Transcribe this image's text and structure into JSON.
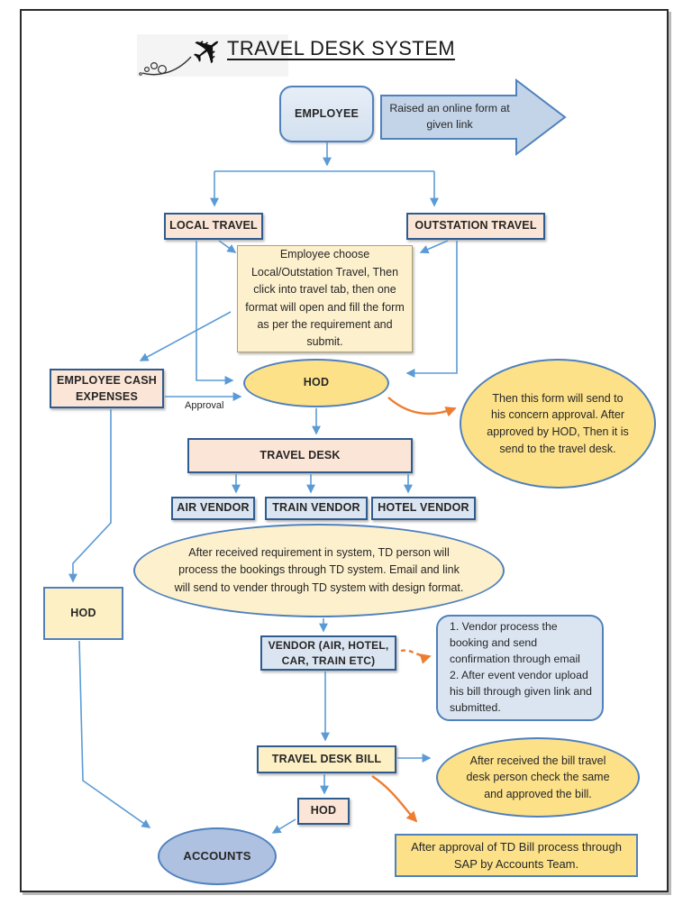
{
  "title": "TRAVEL DESK SYSTEM",
  "logo_icon": "airplane-with-trail-icon",
  "nodes": {
    "employee": "EMPLOYEE",
    "raised_form": "Raised an online form at\ngiven link",
    "local_travel": "LOCAL TRAVEL",
    "outstation_travel": "OUTSTATION TRAVEL",
    "choose_note": "Employee choose Local/Outstation Travel, Then click into travel tab, then one format will open and fill the form as per the requirement and submit.",
    "employee_cash_expenses": "EMPLOYEE CASH EXPENSES",
    "approval": "Approval",
    "hod": "HOD",
    "hod_note": "Then this form will send to his concern approval. After approved by HOD, Then it is send to the travel desk.",
    "travel_desk": "TRAVEL DESK",
    "air_vendor": "AIR VENDOR",
    "train_vendor": "TRAIN VENDOR",
    "hotel_vendor": "HOTEL VENDOR",
    "td_process_note": "After received requirement in system, TD person will process the bookings through TD system. Email and link will send to vender through TD system with design format.",
    "hod_left": "HOD",
    "vendor": "VENDOR (AIR, HOTEL,\nCAR, TRAIN ETC)",
    "vendor_note": "1. Vendor process the booking and send confirmation through email\n2. After event vendor upload his bill through given link and submitted.",
    "travel_desk_bill": "TRAVEL DESK BILL",
    "bill_check_note": "After received the bill travel desk person check the same and approved the bill.",
    "hod_bottom": "HOD",
    "accounts": "ACCOUNTS",
    "sap_note": "After approval of TD Bill process through SAP by Accounts Team."
  },
  "colors": {
    "peach_fill": "#fbe5d6",
    "blue_fill": "#dbe5f1",
    "yellow_fill": "#fce189",
    "cream_fill": "#fdf0cd",
    "pale_yellow": "#fdf0c4",
    "accounts_fill": "#aec1e0",
    "blue_border": "#4f81bd",
    "dark_border": "#2f5c8f",
    "arrow_blue": "#5b9bd5",
    "arrow_orange": "#ed7d31"
  }
}
